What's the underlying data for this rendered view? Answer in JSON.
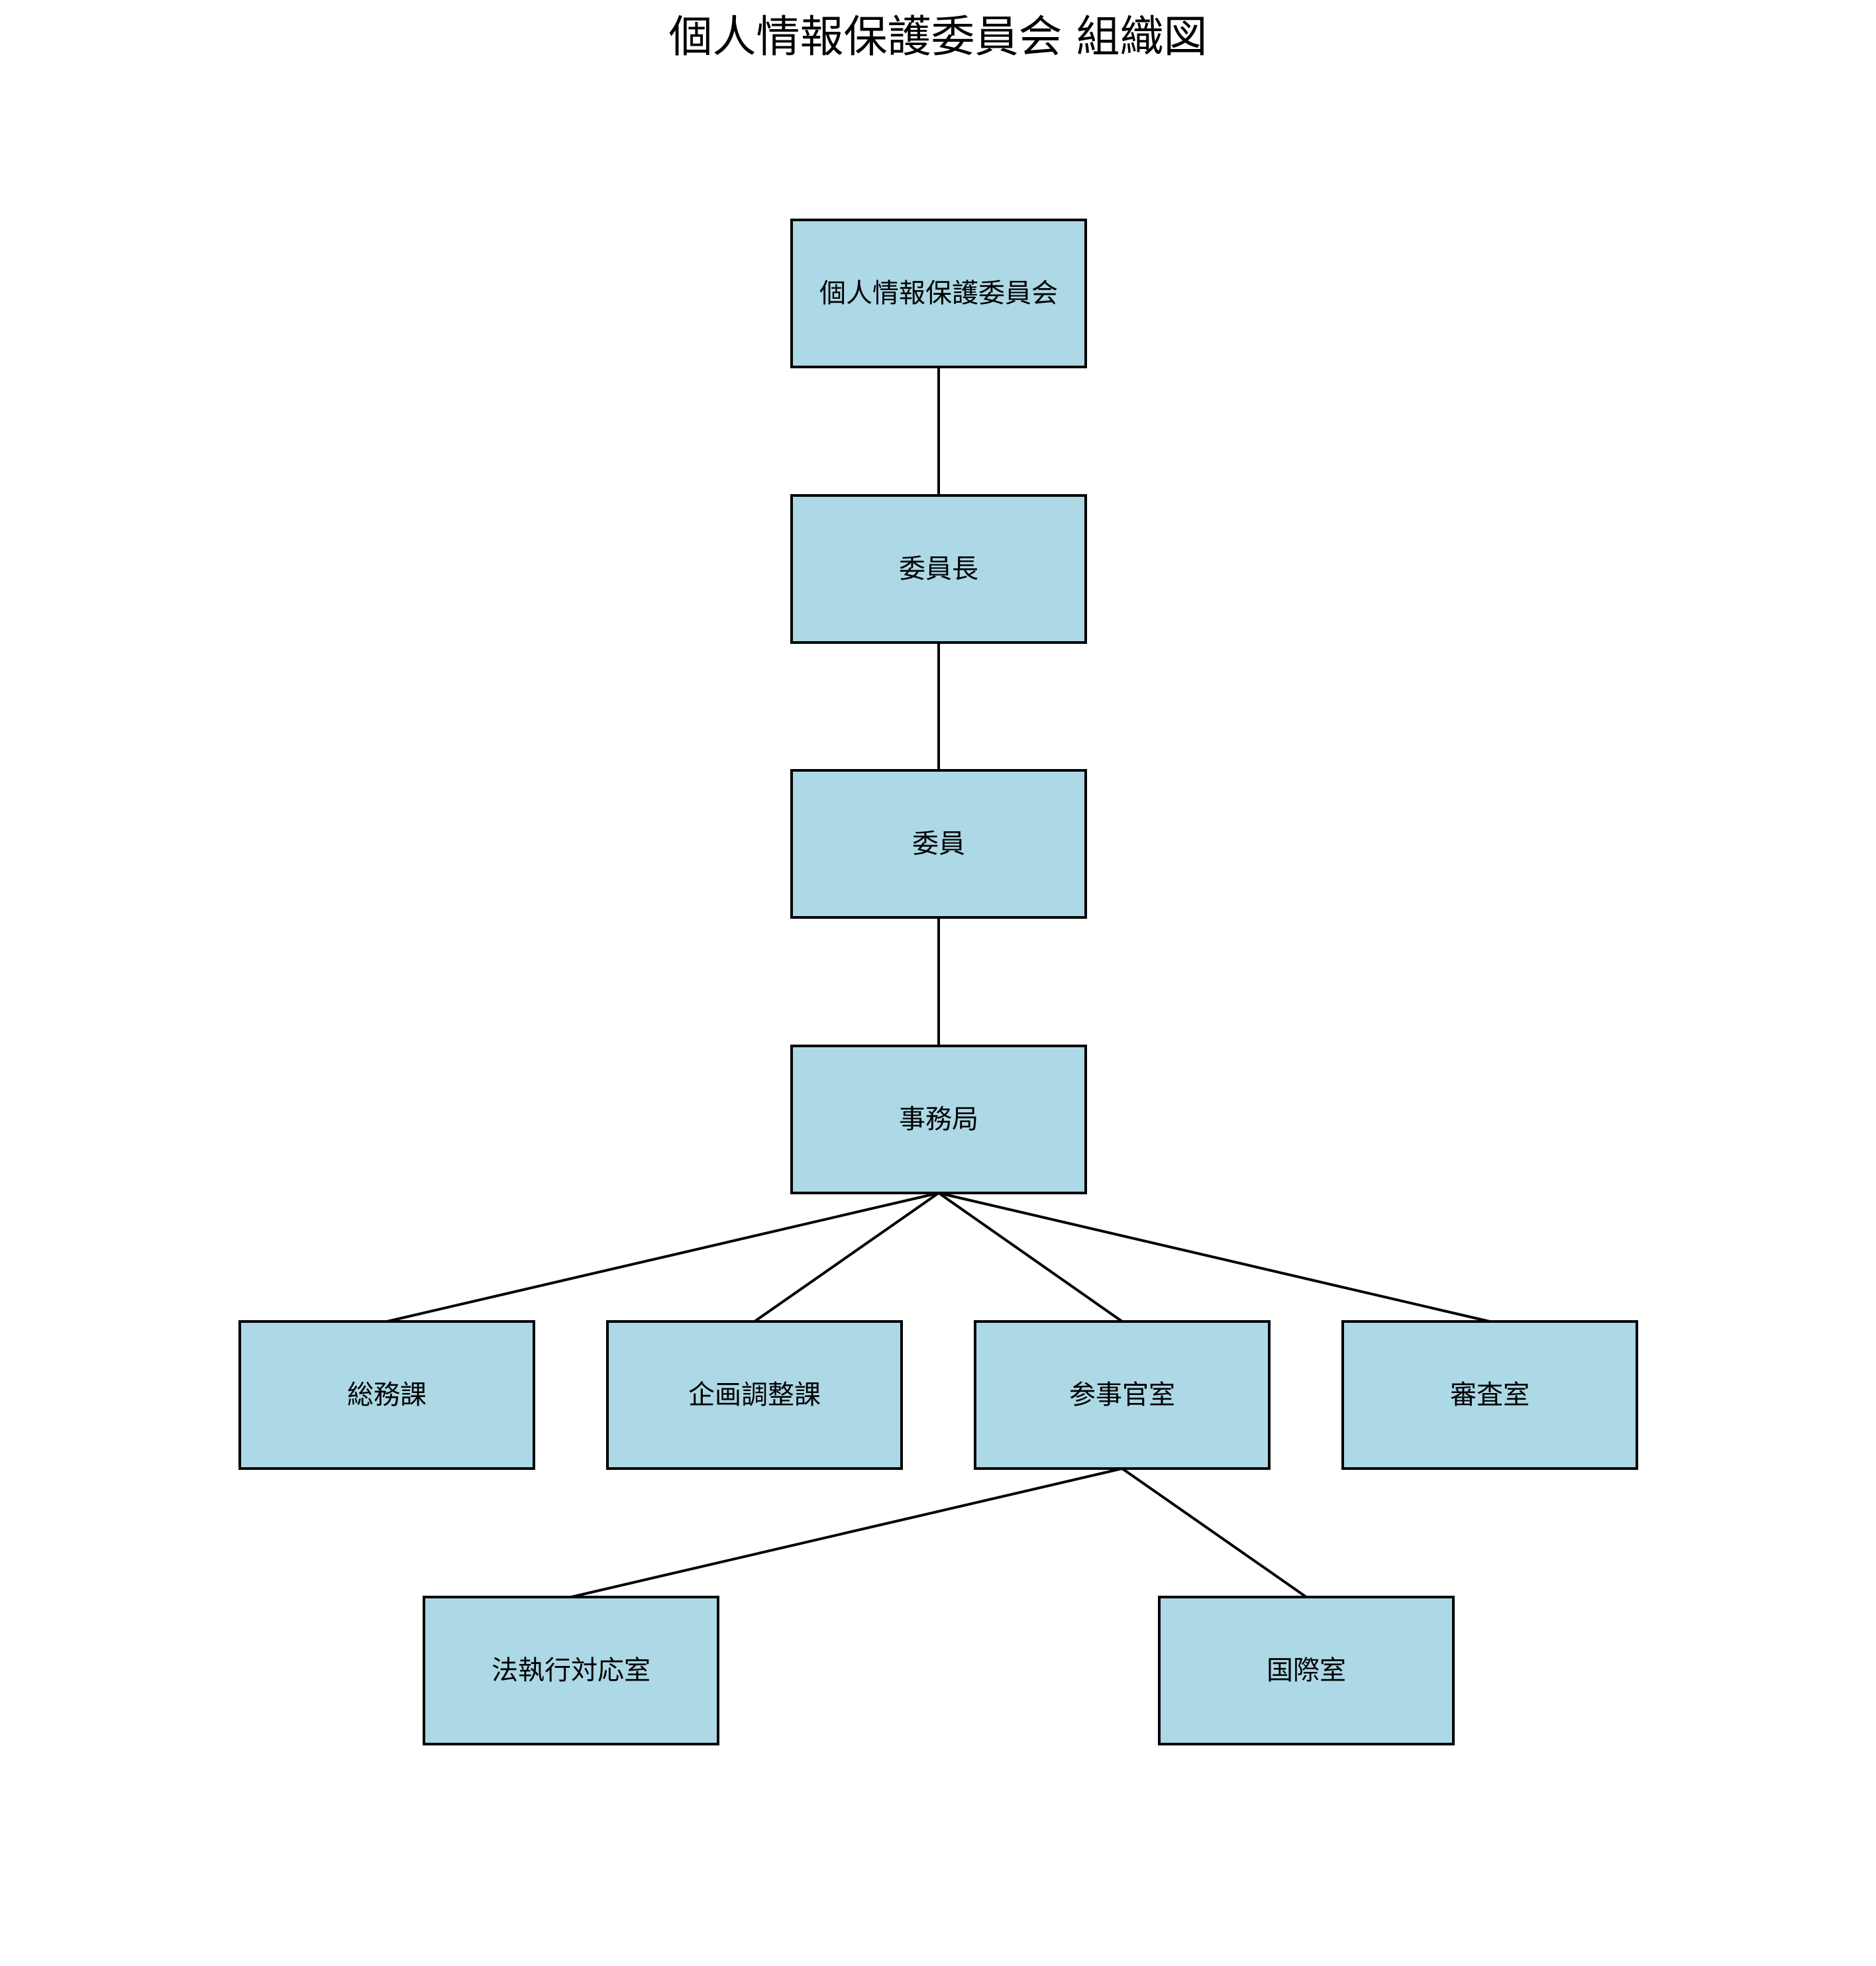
{
  "title": "個人情報保護委員会 組織図",
  "colors": {
    "node_fill": "#add8e6",
    "node_stroke": "#000000",
    "edge": "#000000",
    "background": "#ffffff"
  },
  "nodes": [
    {
      "id": "commission",
      "label": "個人情報保護委員会"
    },
    {
      "id": "chair",
      "label": "委員長"
    },
    {
      "id": "members",
      "label": "委員"
    },
    {
      "id": "secretariat",
      "label": "事務局"
    },
    {
      "id": "general-affairs",
      "label": "総務課"
    },
    {
      "id": "planning",
      "label": "企画調整課"
    },
    {
      "id": "counselor",
      "label": "参事官室"
    },
    {
      "id": "review",
      "label": "審査室"
    },
    {
      "id": "enforcement",
      "label": "法執行対応室"
    },
    {
      "id": "international",
      "label": "国際室"
    }
  ],
  "edges": [
    {
      "from": "commission",
      "to": "chair"
    },
    {
      "from": "chair",
      "to": "members"
    },
    {
      "from": "members",
      "to": "secretariat"
    },
    {
      "from": "secretariat",
      "to": "general-affairs"
    },
    {
      "from": "secretariat",
      "to": "planning"
    },
    {
      "from": "secretariat",
      "to": "counselor"
    },
    {
      "from": "secretariat",
      "to": "review"
    },
    {
      "from": "counselor",
      "to": "enforcement"
    },
    {
      "from": "counselor",
      "to": "international"
    }
  ]
}
